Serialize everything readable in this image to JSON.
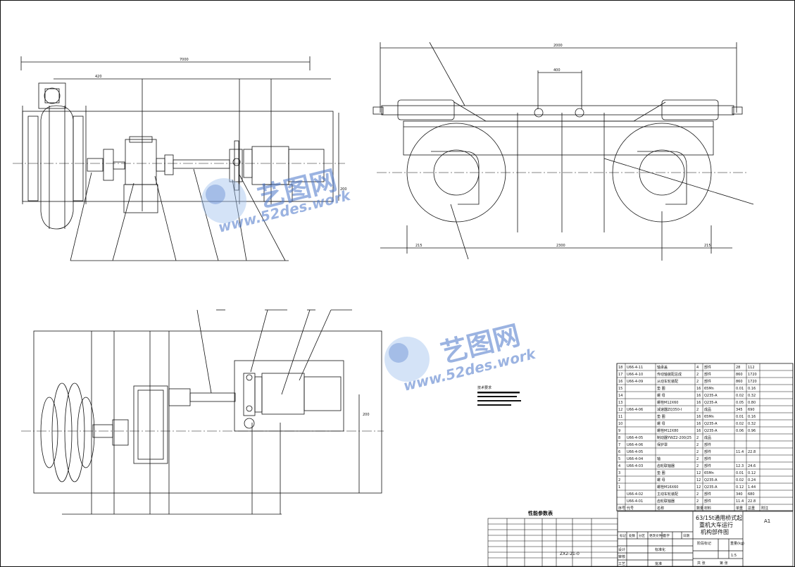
{
  "drawing": {
    "title_lines": [
      "63/15t通用桥式起",
      "重机大车运行",
      "机构部件图"
    ],
    "sheet_size": "A1",
    "drawing_number": "ZX2-21-0",
    "scale": "1:5",
    "weight_header": "重量(kg)",
    "revision_headers": [
      "标记",
      "处数",
      "分区",
      "更改文件号",
      "签字",
      "日期"
    ],
    "sign_rows": [
      "设计",
      "审核",
      "工艺"
    ],
    "approve_labels": [
      "标准化",
      "批准"
    ],
    "stage_label": "阶段标记",
    "small_labels": [
      "共 张",
      "第 张"
    ]
  },
  "watermark": {
    "brand": "艺图网",
    "url": "www.52des.work"
  },
  "parameters": {
    "title": "性能参数表"
  },
  "bom": {
    "header": [
      "序号",
      "代号",
      "名称",
      "数量",
      "材料",
      "单重",
      "总重",
      "附注"
    ],
    "rows": [
      {
        "no": "18",
        "code": "U66-4-11",
        "name": "轴承盖",
        "qty": "4",
        "mat": "部件",
        "w1": "28",
        "w2": "112",
        "note": ""
      },
      {
        "no": "17",
        "code": "U66-4-10",
        "name": "传动轴装配总成",
        "qty": "2",
        "mat": "部件",
        "w1": "860",
        "w2": "1720",
        "note": ""
      },
      {
        "no": "16",
        "code": "U66-4-09",
        "name": "从动车轮装配",
        "qty": "2",
        "mat": "部件",
        "w1": "860",
        "w2": "1720",
        "note": ""
      },
      {
        "no": "15",
        "code": "",
        "name": "垫 圈",
        "qty": "16",
        "mat": "65Mn",
        "w1": "0.01",
        "w2": "0.16",
        "note": ""
      },
      {
        "no": "14",
        "code": "",
        "name": "螺 母",
        "qty": "16",
        "mat": "Q235-A",
        "w1": "0.02",
        "w2": "0.32",
        "note": ""
      },
      {
        "no": "13",
        "code": "",
        "name": "螺栓M12X60",
        "qty": "16",
        "mat": "Q235-A",
        "w1": "0.05",
        "w2": "0.80",
        "note": ""
      },
      {
        "no": "12",
        "code": "U66-4-06",
        "name": "减速器ZQ350-I",
        "qty": "2",
        "mat": "成品",
        "w1": "345",
        "w2": "690",
        "note": ""
      },
      {
        "no": "11",
        "code": "",
        "name": "垫 圈",
        "qty": "16",
        "mat": "65Mn",
        "w1": "0.01",
        "w2": "0.16",
        "note": ""
      },
      {
        "no": "10",
        "code": "",
        "name": "螺 母",
        "qty": "16",
        "mat": "Q235-A",
        "w1": "0.02",
        "w2": "0.32",
        "note": ""
      },
      {
        "no": "9",
        "code": "",
        "name": "螺栓M12X80",
        "qty": "16",
        "mat": "Q235-A",
        "w1": "0.06",
        "w2": "0.96",
        "note": ""
      },
      {
        "no": "8",
        "code": "U66-4-05",
        "name": "制动器YWZ2-200/25",
        "qty": "2",
        "mat": "成品",
        "w1": "",
        "w2": "",
        "note": ""
      },
      {
        "no": "7",
        "code": "U66-4-06",
        "name": "保护罩",
        "qty": "2",
        "mat": "部件",
        "w1": "",
        "w2": "",
        "note": ""
      },
      {
        "no": "6",
        "code": "U66-4-05",
        "name": "",
        "qty": "2",
        "mat": "部件",
        "w1": "11.4",
        "w2": "22.8",
        "note": ""
      },
      {
        "no": "5",
        "code": "U66-4-04",
        "name": "轴",
        "qty": "2",
        "mat": "部件",
        "w1": "",
        "w2": "",
        "note": ""
      },
      {
        "no": "4",
        "code": "U66-4-03",
        "name": "齿轮联轴器",
        "qty": "2",
        "mat": "部件",
        "w1": "12.3",
        "w2": "24.6",
        "note": ""
      },
      {
        "no": "3",
        "code": "",
        "name": "垫 圈",
        "qty": "12",
        "mat": "65Mn",
        "w1": "0.01",
        "w2": "0.12",
        "note": ""
      },
      {
        "no": "2",
        "code": "",
        "name": "螺 母",
        "qty": "12",
        "mat": "Q235-A",
        "w1": "0.02",
        "w2": "0.24",
        "note": ""
      },
      {
        "no": "1",
        "code": "",
        "name": "螺栓M16X60",
        "qty": "12",
        "mat": "Q235-A",
        "w1": "0.12",
        "w2": "1.44",
        "note": ""
      },
      {
        "no": "",
        "code": "U66-4-02",
        "name": "主动车轮装配",
        "qty": "2",
        "mat": "部件",
        "w1": "340",
        "w2": "680",
        "note": ""
      },
      {
        "no": "",
        "code": "U66-4-01",
        "name": "齿轮联轴器",
        "qty": "2",
        "mat": "部件",
        "w1": "11.4",
        "w2": "22.8",
        "note": ""
      }
    ]
  },
  "colors": {
    "line": "#111111",
    "watermark_blue": "#4a76c9",
    "watermark_light": "#9fc0ee"
  }
}
